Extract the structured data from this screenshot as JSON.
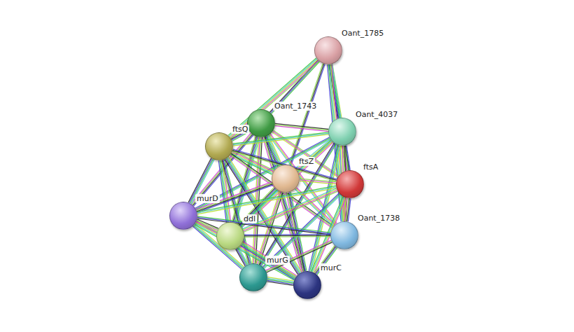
{
  "diagram": {
    "nodes": [
      {
        "text": [
          "Oant_1785"
        ]
      },
      {
        "text": [
          "Oant_1743"
        ]
      },
      {
        "text": [
          "Oant_4037"
        ]
      },
      {
        "text": [
          "ftsQ"
        ]
      },
      {
        "text": [
          "ftsZ"
        ]
      },
      {
        "text": [
          "ftsA"
        ]
      },
      {
        "text": [
          "murD"
        ]
      },
      {
        "text": [
          "ddl"
        ]
      },
      {
        "text": [
          "Oant_1738"
        ]
      },
      {
        "text": [
          "murG"
        ]
      },
      {
        "text": [
          "murC"
        ]
      }
    ],
    "edges": [
      {
        "from": 0,
        "to": 1,
        "arrow": "none"
      },
      {
        "from": 0,
        "to": 2,
        "arrow": "none"
      },
      {
        "from": 0,
        "to": 3,
        "arrow": "none"
      },
      {
        "from": 0,
        "to": 4,
        "arrow": "none"
      },
      {
        "from": 0,
        "to": 5,
        "arrow": "none"
      },
      {
        "from": 0,
        "to": 8,
        "arrow": "none"
      },
      {
        "from": 1,
        "to": 2,
        "arrow": "none"
      },
      {
        "from": 1,
        "to": 3,
        "arrow": "none"
      },
      {
        "from": 1,
        "to": 4,
        "arrow": "none"
      },
      {
        "from": 1,
        "to": 5,
        "arrow": "none"
      },
      {
        "from": 1,
        "to": 6,
        "arrow": "none"
      },
      {
        "from": 1,
        "to": 7,
        "arrow": "none"
      },
      {
        "from": 1,
        "to": 8,
        "arrow": "none"
      },
      {
        "from": 1,
        "to": 9,
        "arrow": "none"
      },
      {
        "from": 1,
        "to": 10,
        "arrow": "none"
      },
      {
        "from": 2,
        "to": 3,
        "arrow": "none"
      },
      {
        "from": 2,
        "to": 4,
        "arrow": "none"
      },
      {
        "from": 2,
        "to": 5,
        "arrow": "none"
      },
      {
        "from": 2,
        "to": 6,
        "arrow": "none"
      },
      {
        "from": 2,
        "to": 7,
        "arrow": "none"
      },
      {
        "from": 2,
        "to": 8,
        "arrow": "none"
      },
      {
        "from": 2,
        "to": 9,
        "arrow": "none"
      },
      {
        "from": 2,
        "to": 10,
        "arrow": "none"
      },
      {
        "from": 3,
        "to": 4,
        "arrow": "none"
      },
      {
        "from": 3,
        "to": 5,
        "arrow": "none"
      },
      {
        "from": 3,
        "to": 6,
        "arrow": "none"
      },
      {
        "from": 3,
        "to": 7,
        "arrow": "none"
      },
      {
        "from": 3,
        "to": 8,
        "arrow": "none"
      },
      {
        "from": 3,
        "to": 9,
        "arrow": "none"
      },
      {
        "from": 3,
        "to": 10,
        "arrow": "none"
      },
      {
        "from": 4,
        "to": 5,
        "arrow": "none"
      },
      {
        "from": 4,
        "to": 6,
        "arrow": "none"
      },
      {
        "from": 4,
        "to": 7,
        "arrow": "none"
      },
      {
        "from": 4,
        "to": 8,
        "arrow": "none"
      },
      {
        "from": 4,
        "to": 9,
        "arrow": "none"
      },
      {
        "from": 4,
        "to": 10,
        "arrow": "none"
      },
      {
        "from": 5,
        "to": 6,
        "arrow": "none"
      },
      {
        "from": 5,
        "to": 7,
        "arrow": "none"
      },
      {
        "from": 5,
        "to": 8,
        "arrow": "none"
      },
      {
        "from": 5,
        "to": 9,
        "arrow": "none"
      },
      {
        "from": 5,
        "to": 10,
        "arrow": "none"
      },
      {
        "from": 6,
        "to": 7,
        "arrow": "none"
      },
      {
        "from": 6,
        "to": 8,
        "arrow": "none"
      },
      {
        "from": 6,
        "to": 9,
        "arrow": "none"
      },
      {
        "from": 6,
        "to": 10,
        "arrow": "none"
      },
      {
        "from": 7,
        "to": 8,
        "arrow": "none"
      },
      {
        "from": 7,
        "to": 9,
        "arrow": "none"
      },
      {
        "from": 7,
        "to": 10,
        "arrow": "none"
      },
      {
        "from": 8,
        "to": 9,
        "arrow": "none"
      },
      {
        "from": 8,
        "to": 10,
        "arrow": "none"
      },
      {
        "from": 9,
        "to": 10,
        "arrow": "none"
      }
    ]
  }
}
